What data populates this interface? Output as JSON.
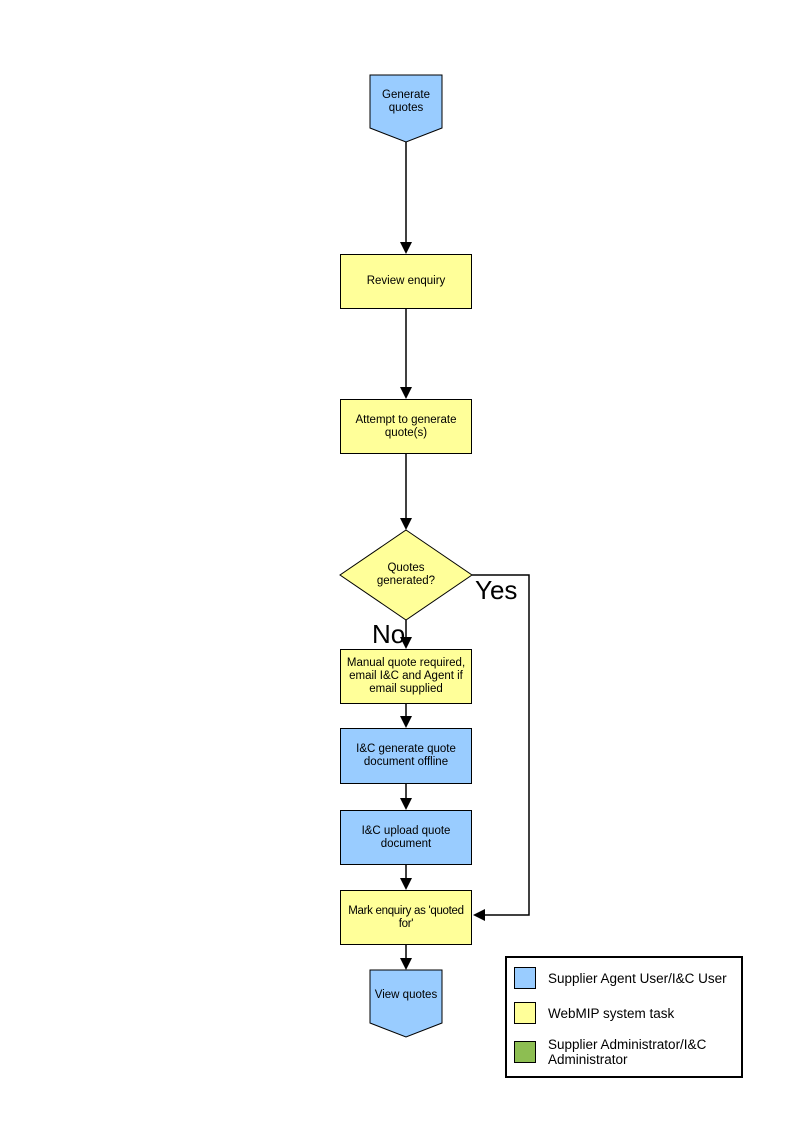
{
  "colors": {
    "agent_user_blue": "#99CCFF",
    "system_task_yellow": "#FFFF99",
    "administrator_green": "#8DBE52",
    "connector_black": "#000000"
  },
  "nodes": {
    "start": {
      "label": "Generate quotes",
      "shape": "terminator",
      "fill": "#99CCFF"
    },
    "review": {
      "label": "Review enquiry",
      "shape": "process",
      "fill": "#FFFF99"
    },
    "attempt": {
      "label": "Attempt to generate quote(s)",
      "shape": "process",
      "fill": "#FFFF99"
    },
    "decision": {
      "label": "Quotes generated?",
      "shape": "decision",
      "fill": "#FFFF99"
    },
    "manual": {
      "label": "Manual quote required, email I&C and Agent if email supplied",
      "shape": "process",
      "fill": "#FFFF99"
    },
    "icgen": {
      "label": "I&C generate quote document offline",
      "shape": "process",
      "fill": "#99CCFF"
    },
    "icupload": {
      "label": "I&C upload quote document",
      "shape": "process",
      "fill": "#99CCFF"
    },
    "mark": {
      "label": "Mark enquiry as 'quoted for'",
      "shape": "process",
      "fill": "#FFFF99"
    },
    "end": {
      "label": "View quotes",
      "shape": "terminator",
      "fill": "#99CCFF"
    }
  },
  "branches": {
    "yes": "Yes",
    "no": "No"
  },
  "legend": {
    "items": [
      {
        "label": "Supplier Agent User/I&C User",
        "color": "#99CCFF"
      },
      {
        "label": "WebMIP system task",
        "color": "#FFFF99"
      },
      {
        "label": "Supplier Administrator/I&C Administrator",
        "color": "#8DBE52"
      }
    ]
  }
}
